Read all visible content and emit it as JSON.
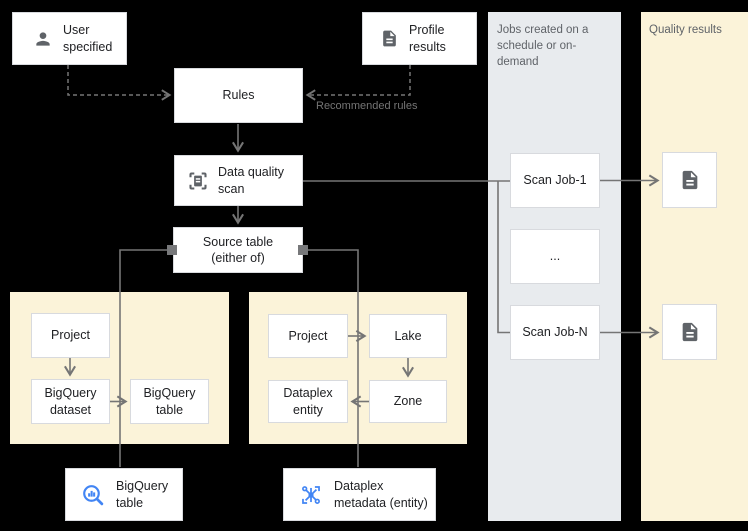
{
  "palette": {
    "background": "#000000",
    "panel_yellow": "#FBF3D9",
    "panel_gray": "#E8EBEE",
    "node_border": "#D8DADE",
    "line_gray": "#757575",
    "icon_gray": "#5F6368",
    "icon_blue": "#4285F4",
    "text_dark": "#202124",
    "text_muted": "#5F6368"
  },
  "nodes": {
    "user_specified": "User specified",
    "profile_results": "Profile results",
    "rules": "Rules",
    "data_quality_scan": "Data quality scan",
    "source_table": "Source table (either of)",
    "project_bigquery": "Project",
    "bigquery_dataset": "BigQuery dataset",
    "bigquery_table": "BigQuery table",
    "project_dataplex": "Project",
    "lake": "Lake",
    "zone": "Zone",
    "dataplex_entity": "Dataplex entity",
    "bigquery_table_metadata": "BigQuery table",
    "dataplex_metadata": "Dataplex metadata (entity)"
  },
  "annotations": {
    "recommended_rules": "Recommended rules"
  },
  "jobs_panel": {
    "header": "Jobs created on a schedule or on-demand",
    "items": [
      "Scan Job-1",
      "...",
      "Scan Job-N"
    ]
  },
  "results_panel": {
    "header": "Quality results"
  }
}
